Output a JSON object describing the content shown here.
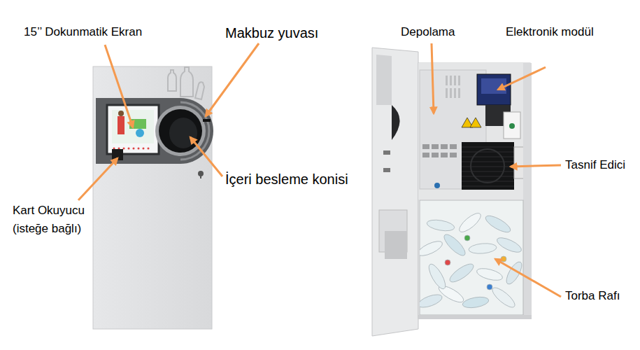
{
  "diagram": {
    "labels": [
      "15’’ Dokunmatik Ekran",
      "Makbuz yuvası",
      "İçeri besleme konisi",
      "Kart Okuyucu (isteğe bağlı)",
      "Depolama",
      "Elektronik modül",
      "Tasnif Edici",
      "Torba Rafı"
    ]
  }
}
